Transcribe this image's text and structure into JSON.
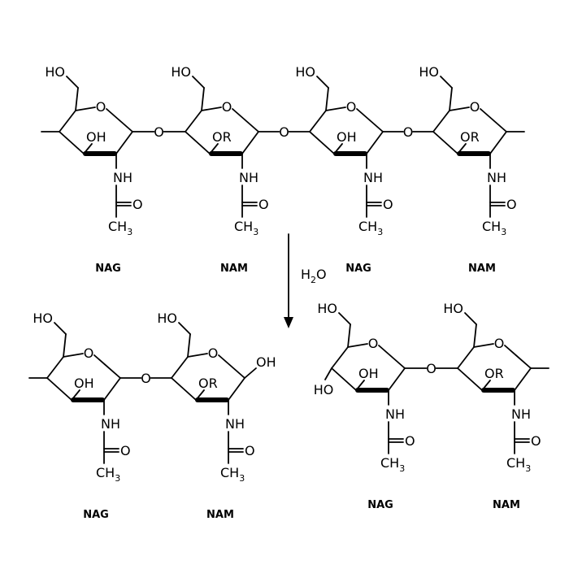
{
  "labels": {
    "ho": "HO",
    "oh": "OH",
    "or": "OR",
    "o": "O",
    "nh": "NH",
    "ch": "CH",
    "three": "3",
    "two": "2",
    "h": "H",
    "ring_o": "O",
    "glyco_o": "O"
  },
  "units": {
    "top": [
      "NAG",
      "NAM",
      "NAG",
      "NAM"
    ],
    "bottom_left": [
      "NAG",
      "NAM"
    ],
    "bottom_right": [
      "NAG",
      "NAM"
    ]
  },
  "reaction": {
    "reagent_h": "H",
    "reagent_sub": "2",
    "reagent_o": "O"
  }
}
